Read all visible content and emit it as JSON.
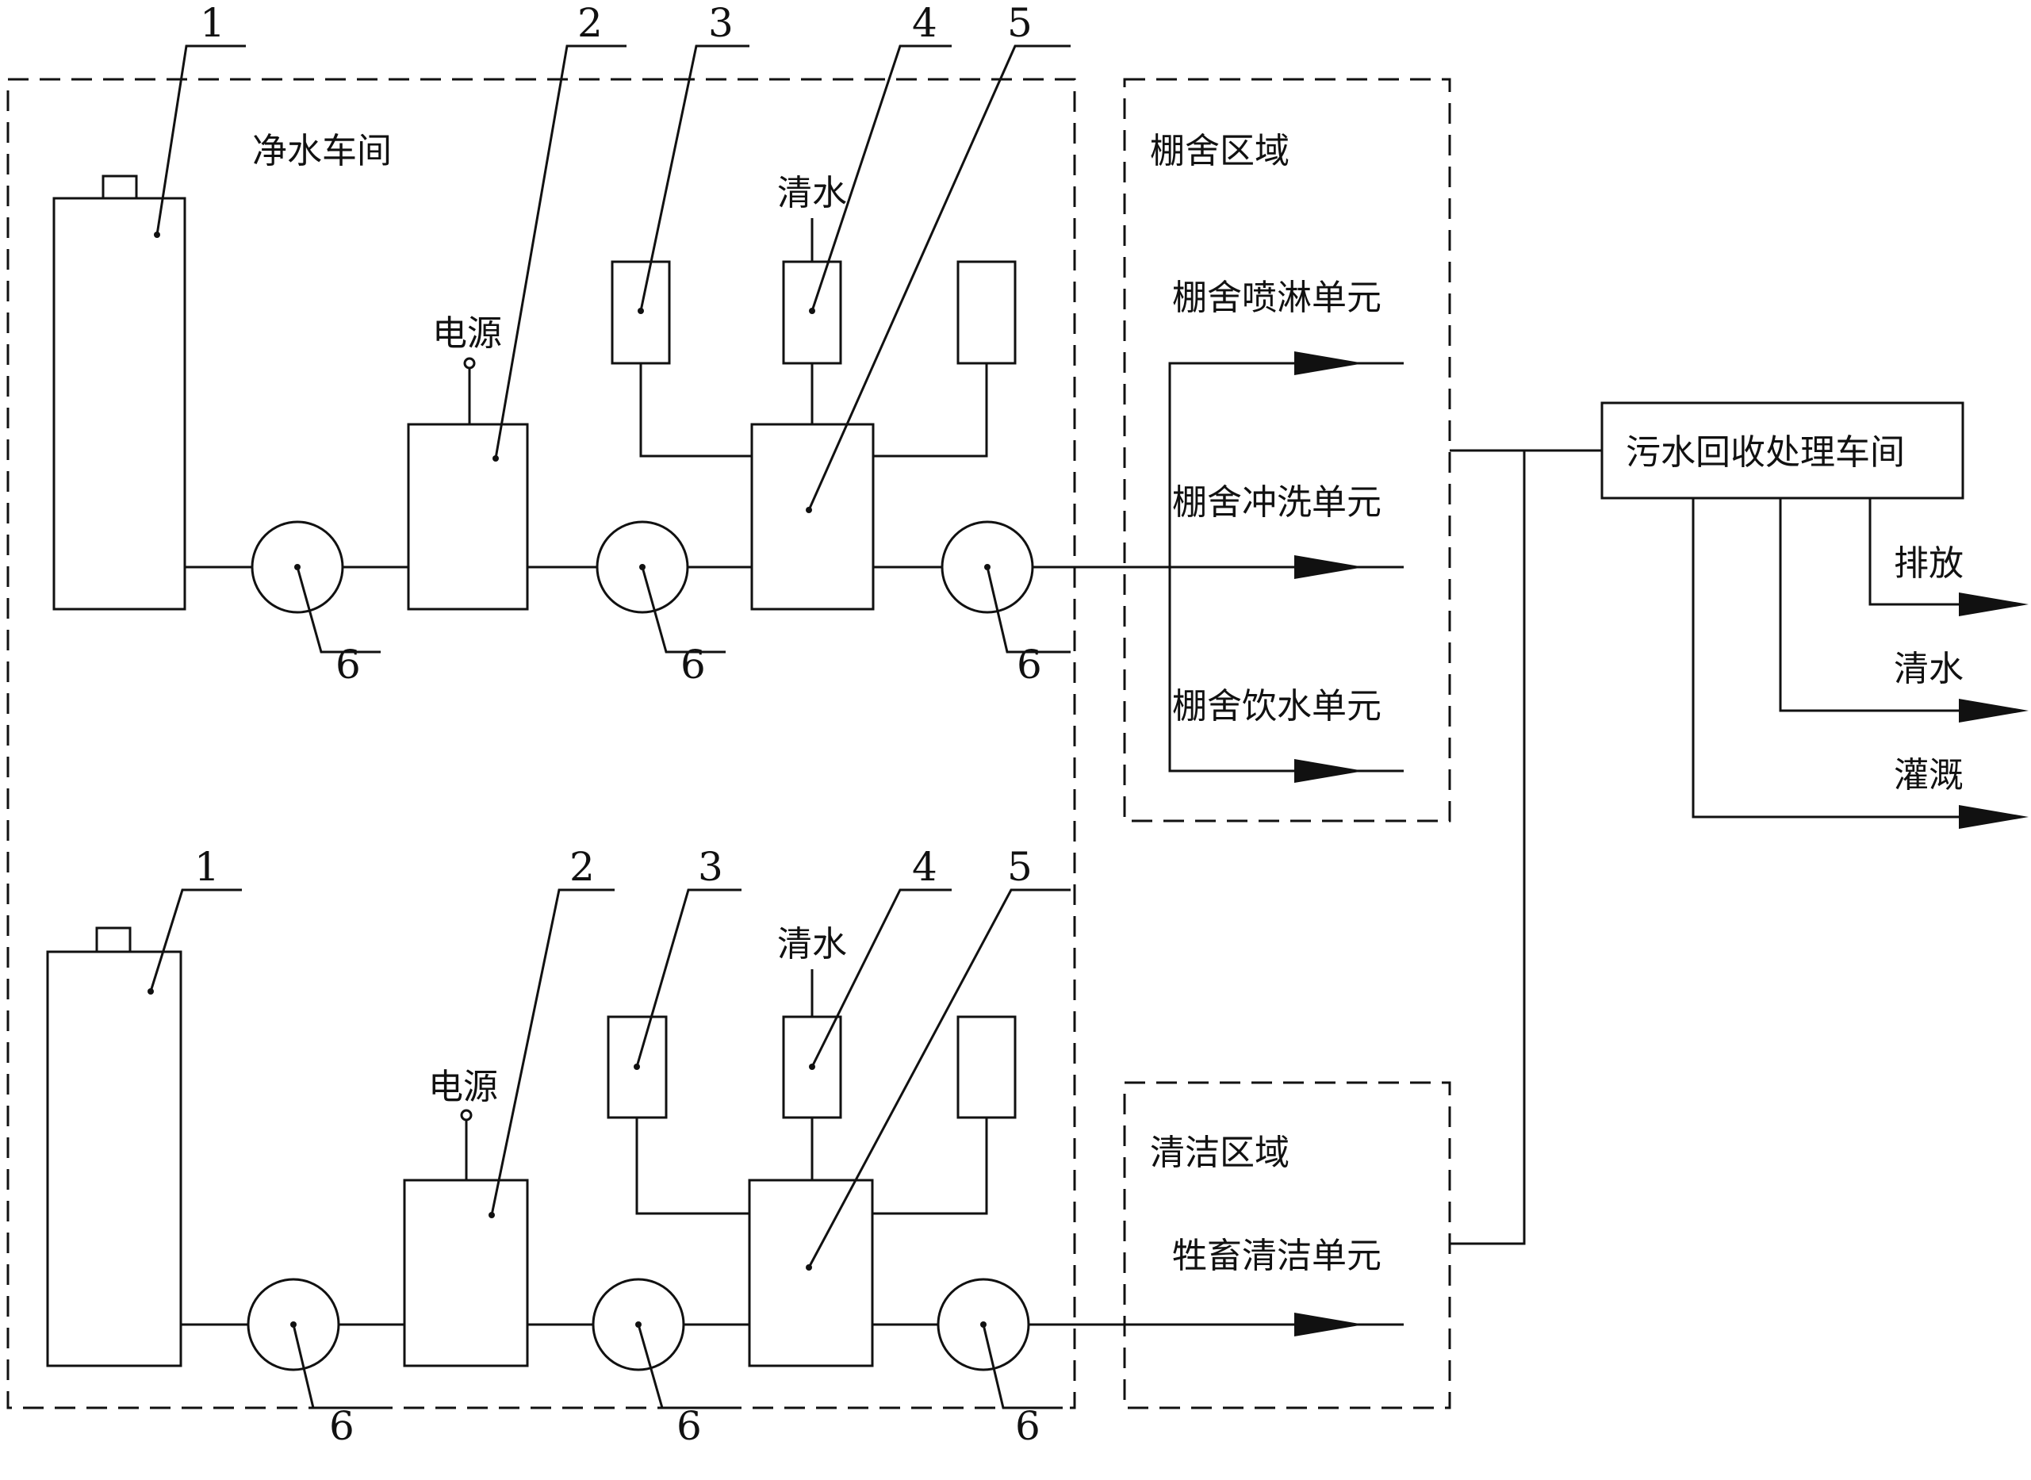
{
  "labels": {
    "workshop": "净水车间",
    "shed_area": "棚舍区域",
    "clean_area": "清洁区域",
    "spray_unit": "棚舍喷淋单元",
    "flush_unit": "棚舍冲洗单元",
    "drink_unit": "棚舍饮水单元",
    "livestock_unit": "牲畜清洁单元",
    "sewage_workshop": "污水回收处理车间",
    "discharge": "排放",
    "clear_water_out": "清水",
    "irrigation": "灌溉",
    "clear_water": "清水",
    "power": "电源"
  },
  "callouts": {
    "tank": "1",
    "power_unit": "2",
    "dosing_unit": "3",
    "clear_water_unit": "4",
    "mixing_unit": "5",
    "pump": "6"
  }
}
